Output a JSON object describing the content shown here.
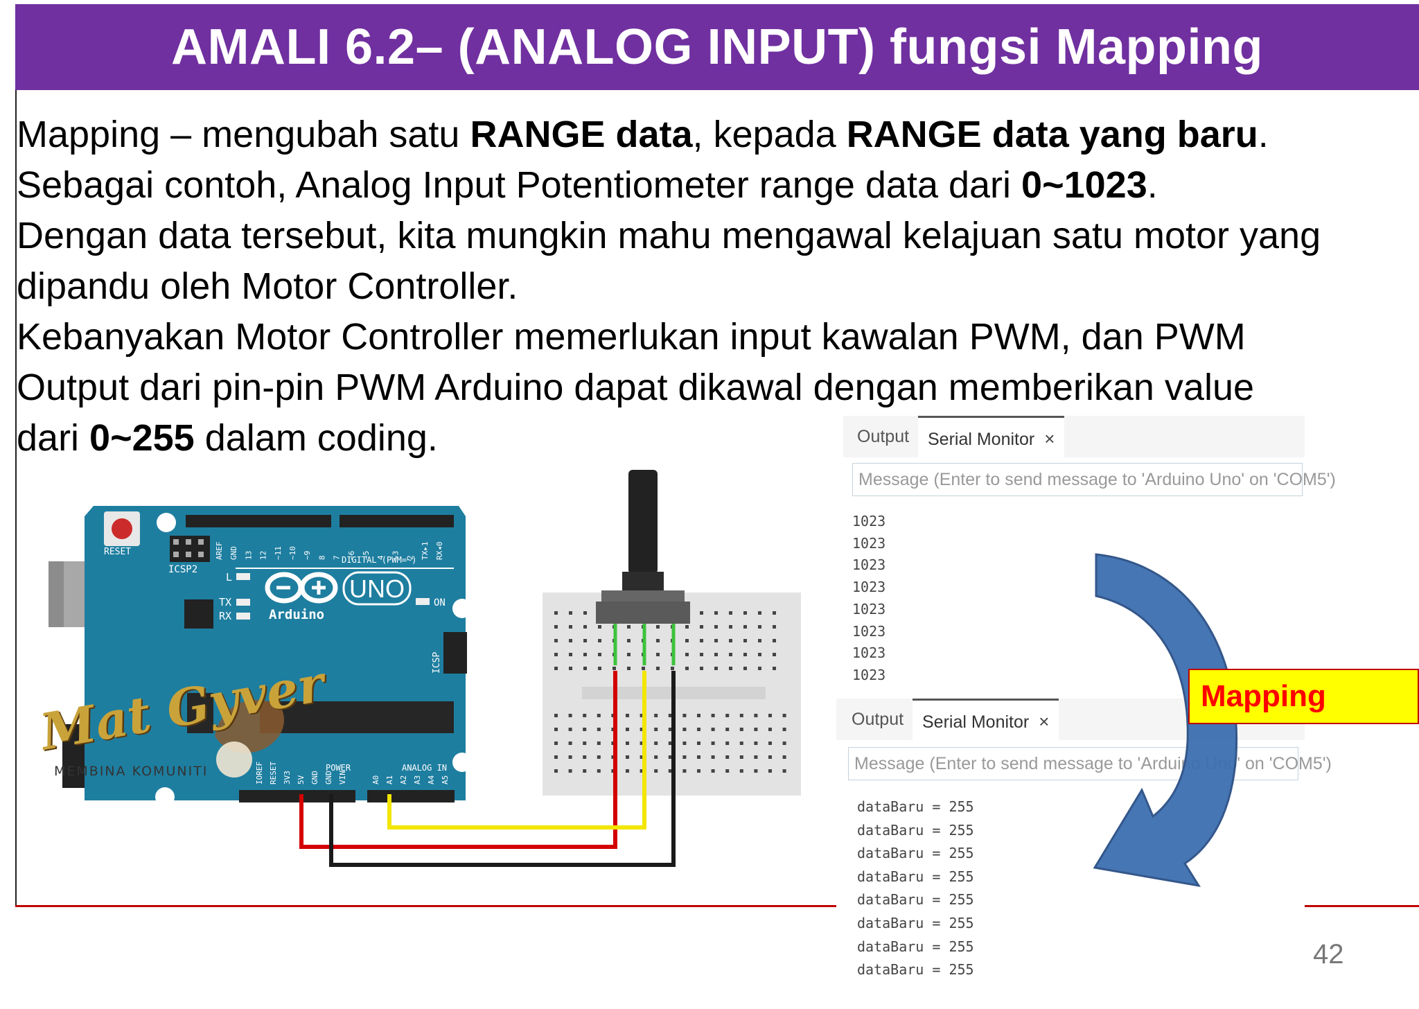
{
  "slide": {
    "title": "AMALI 6.2– (ANALOG INPUT) fungsi Mapping",
    "page_number": "42"
  },
  "body": {
    "l1_a": "Mapping – mengubah satu ",
    "l1_b": "RANGE data",
    "l1_c": ", kepada ",
    "l1_d": "RANGE data yang baru",
    "l1_e": ".",
    "l2_a": "Sebagai contoh, Analog Input Potentiometer range data dari ",
    "l2_b": "0~1023",
    "l2_c": ".",
    "l3": "Dengan data tersebut, kita mungkin mahu mengawal kelajuan satu motor yang",
    "l4": "dipandu oleh Motor Controller.",
    "l5": "Kebanyakan Motor Controller memerlukan input kawalan PWM, dan PWM",
    "l6": "Output dari pin-pin PWM Arduino dapat dikawal dengan memberikan value",
    "l7_a": "dari ",
    "l7_b": "0~255",
    "l7_c": " dalam coding."
  },
  "board": {
    "reset_label": "RESET",
    "icsp2_label": "ICSP2",
    "l_label": "L",
    "tx_label": "TX",
    "rx_label": "RX",
    "uno_label": "UNO",
    "brand_label": "Arduino",
    "on_label": "ON",
    "digital_label": "DIGITAL (PWM=~)",
    "icsp_label": "ICSP",
    "power_label": "POWER",
    "analog_label": "ANALOG IN",
    "top_pins": [
      "AREF",
      "GND",
      "13",
      "12",
      "~11",
      "~10",
      "~9",
      "8",
      "7",
      "~6",
      "~5",
      "4",
      "~3",
      "2",
      "TX▸1",
      "RX◂0"
    ],
    "power_pins": [
      "IOREF",
      "RESET",
      "3V3",
      "5V",
      "GND",
      "GND",
      "VIN"
    ],
    "analog_pins": [
      "A0",
      "A1",
      "A2",
      "A3",
      "A4",
      "A5"
    ]
  },
  "watermark": {
    "name": "Mat Gyver",
    "tagline": "MEMBINA KOMUNITI"
  },
  "monitor_top": {
    "tab_output": "Output",
    "tab_serial": "Serial Monitor",
    "close_icon": "×",
    "placeholder": "Message (Enter to send message to 'Arduino Uno' on 'COM5')",
    "lines": [
      "1023",
      "1023",
      "1023",
      "1023",
      "1023",
      "1023",
      "1023",
      "1023"
    ]
  },
  "monitor_bottom": {
    "tab_output": "Output",
    "tab_serial": "Serial Monitor",
    "close_icon": "×",
    "placeholder": "Message (Enter to send message to 'Arduino Uno' on 'COM5')",
    "lines": [
      "dataBaru = 255",
      "dataBaru = 255",
      "dataBaru = 255",
      "dataBaru = 255",
      "dataBaru = 255",
      "dataBaru = 255",
      "dataBaru = 255",
      "dataBaru = 255"
    ]
  },
  "mapping_label": "Mapping",
  "colors": {
    "title_bg": "#7030a0",
    "board": "#1e7ea0",
    "wire_red": "#d40000",
    "wire_yellow": "#f2e600",
    "wire_black": "#1a1a1a",
    "arrow": "#3d6fb0",
    "mapping_bg": "#ffff00",
    "mapping_text": "#ff0000"
  }
}
